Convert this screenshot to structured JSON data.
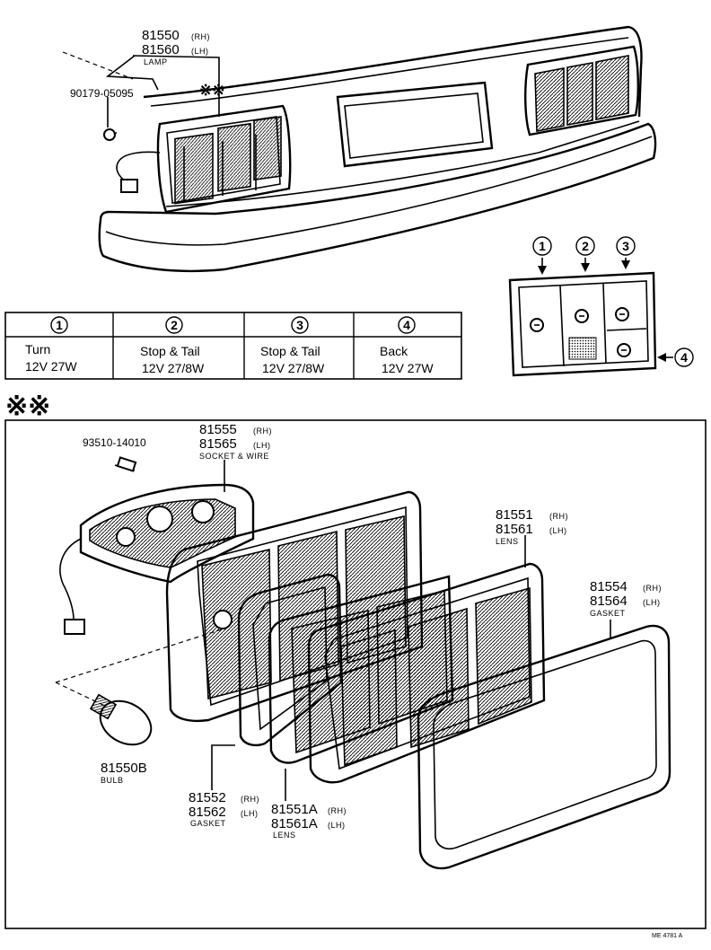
{
  "top_callouts": {
    "lamp_rh": "81550",
    "lamp_rh_side": "(RH)",
    "lamp_lh": "81560",
    "lamp_lh_side": "(LH)",
    "lamp_name": "LAMP",
    "screw_top": "90179-05095",
    "ref_mark": "※※"
  },
  "bulb_table": {
    "columns": [
      {
        "num": "1",
        "line1": "Turn",
        "line2": "12V 27W"
      },
      {
        "num": "2",
        "line1": "Stop & Tail",
        "line2": "12V 27/8W"
      },
      {
        "num": "3",
        "line1": "Stop & Tail",
        "line2": "12V 27/8W"
      },
      {
        "num": "4",
        "line1": "Back",
        "line2": "12V 27W"
      }
    ]
  },
  "position_diagram": {
    "markers": [
      "1",
      "2",
      "3",
      "4"
    ]
  },
  "detail_mark": "※※",
  "detail_callouts": {
    "screw": "93510-14010",
    "socket_rh": "81555",
    "socket_rh_side": "(RH)",
    "socket_lh": "81565",
    "socket_lh_side": "(LH)",
    "socket_name": "SOCKET & WIRE",
    "lens_rh": "81551",
    "lens_rh_side": "(RH)",
    "lens_lh": "81561",
    "lens_lh_side": "(LH)",
    "lens_name": "LENS",
    "gasket_rh": "81554",
    "gasket_rh_side": "(RH)",
    "gasket_lh": "81564",
    "gasket_lh_side": "(LH)",
    "gasket_name": "GASKET",
    "bulb": "81550B",
    "bulb_name": "BULB",
    "inner_gasket_rh": "81552",
    "inner_gasket_rh_side": "(RH)",
    "inner_gasket_lh": "81562",
    "inner_gasket_lh_side": "(LH)",
    "inner_gasket_name": "GASKET",
    "inner_lens_rh": "81551A",
    "inner_lens_rh_side": "(RH)",
    "inner_lens_lh": "81561A",
    "inner_lens_lh_side": "(LH)",
    "inner_lens_name": "LENS"
  },
  "footer_code": "ME 4781 A"
}
